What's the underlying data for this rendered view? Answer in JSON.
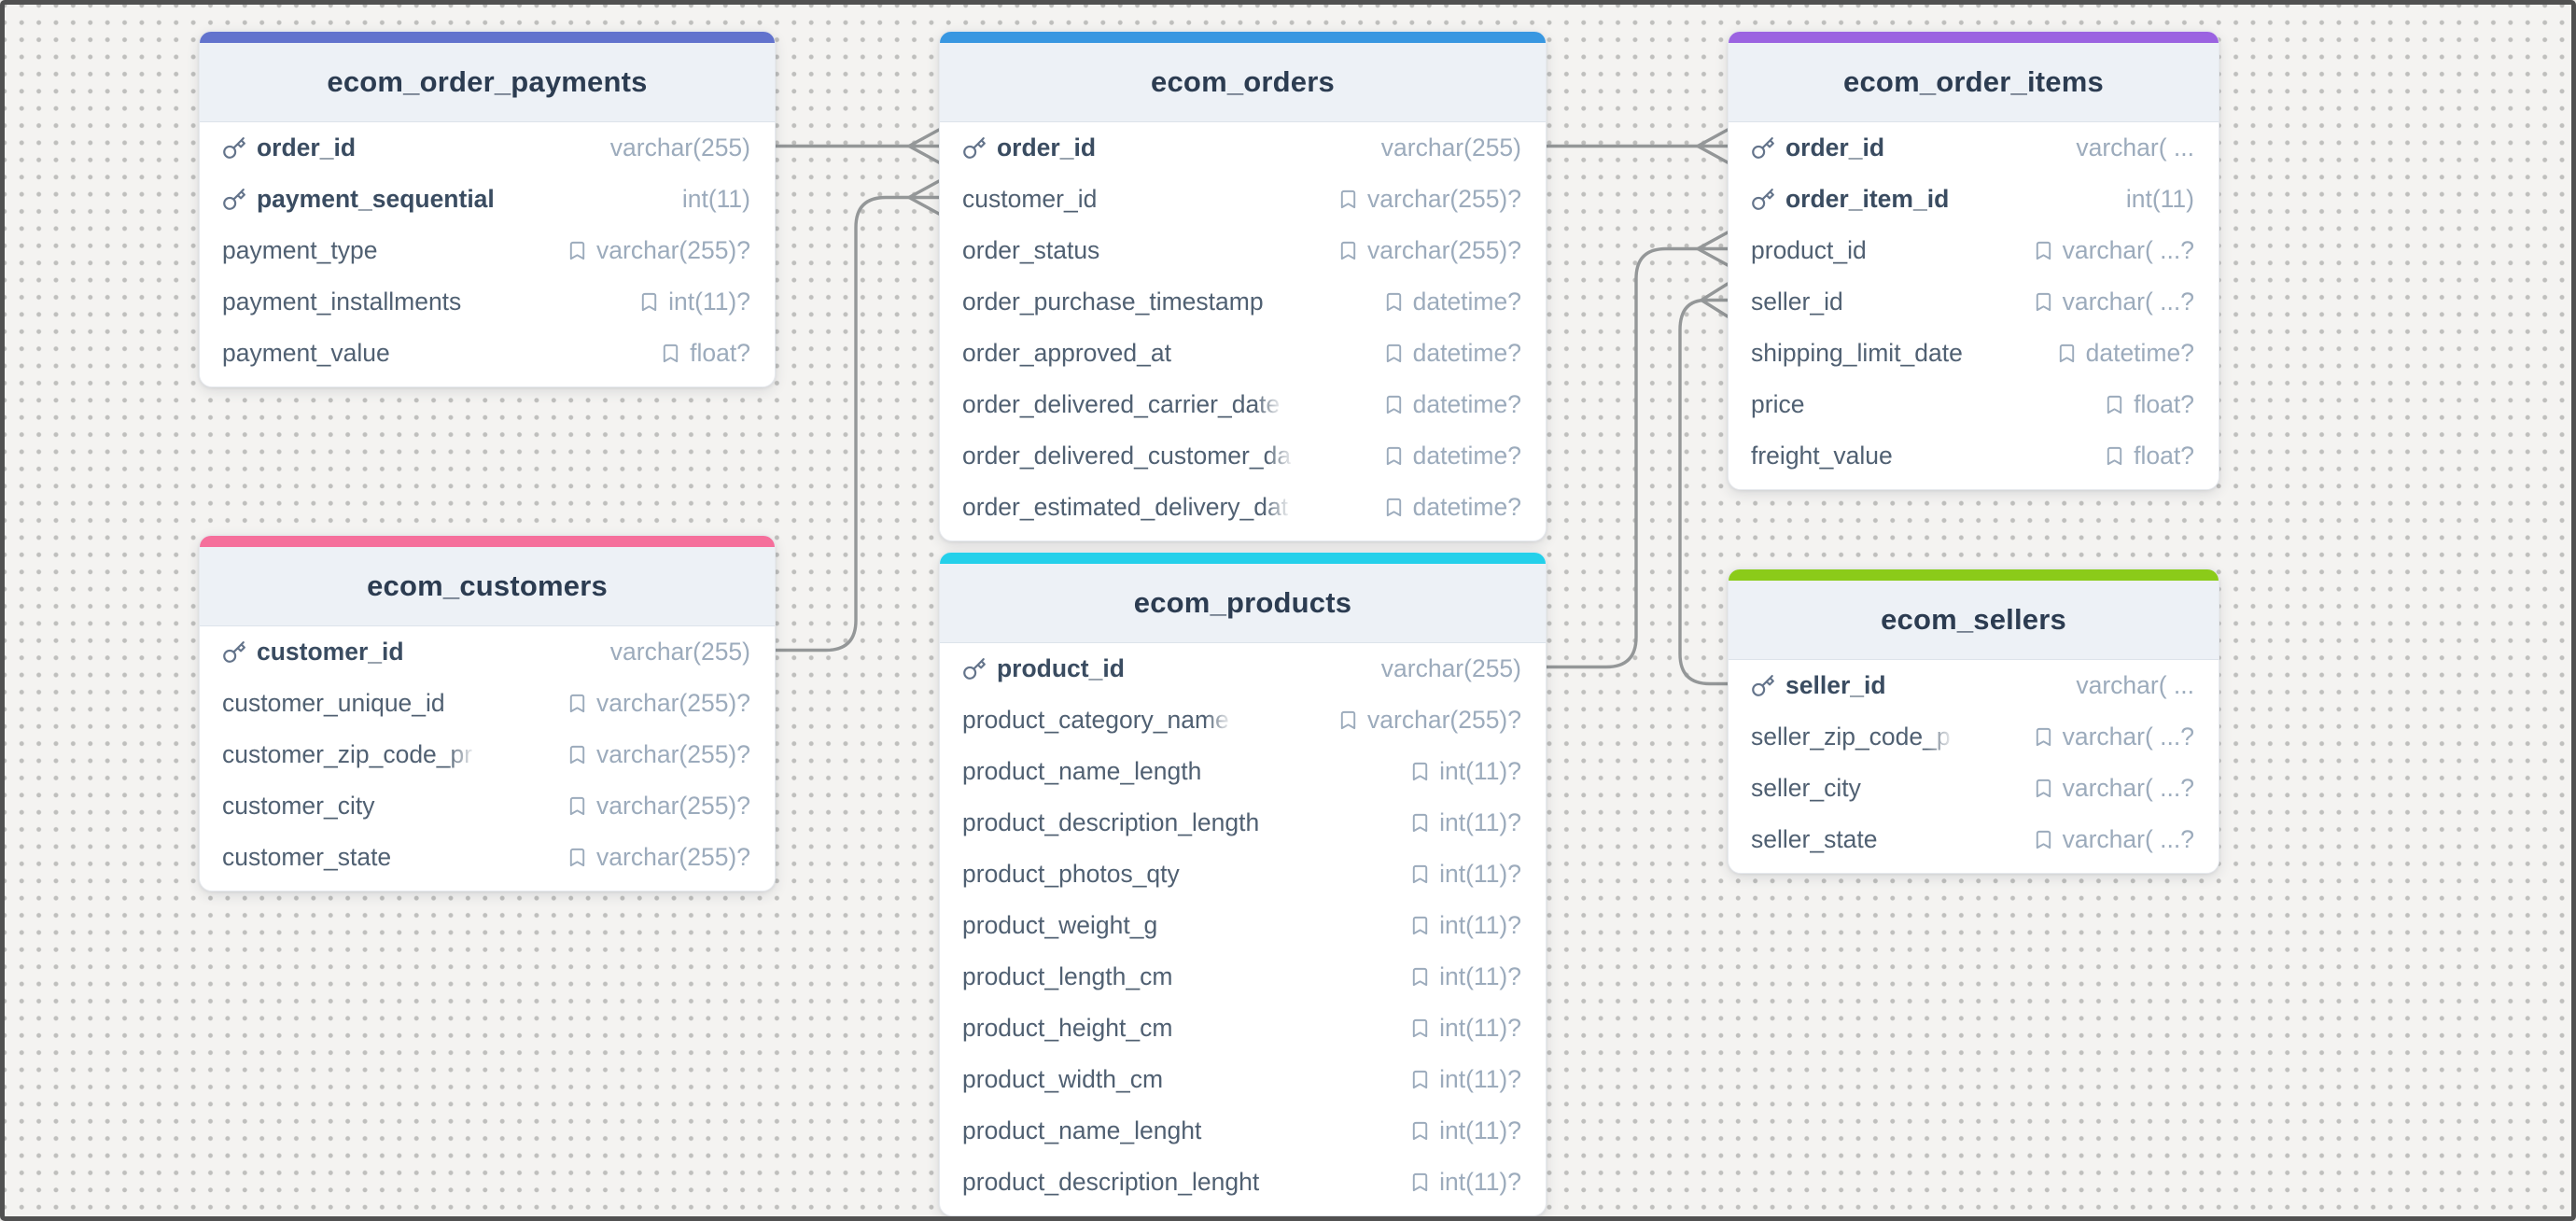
{
  "canvas": {
    "background_color": "#f4f3f1",
    "dot_color": "#bfbfbd",
    "frame_color": "#515151",
    "connector_color": "#949798"
  },
  "icons": {
    "primary_key": "key-icon",
    "nullable": "bookmark-icon"
  },
  "tables": [
    {
      "title": "ecom_order_payments",
      "accent": "#6273cd",
      "fields": [
        {
          "name": "order_id",
          "type": "varchar(255)",
          "pk": true
        },
        {
          "name": "payment_sequential",
          "type": "int(11)",
          "pk": true
        },
        {
          "name": "payment_type",
          "type": "varchar(255)?",
          "nullable": true
        },
        {
          "name": "payment_installments",
          "type": "int(11)?",
          "nullable": true
        },
        {
          "name": "payment_value",
          "type": "float?",
          "nullable": true
        }
      ]
    },
    {
      "title": "ecom_orders",
      "accent": "#3897e1",
      "fields": [
        {
          "name": "order_id",
          "type": "varchar(255)",
          "pk": true
        },
        {
          "name": "customer_id",
          "type": "varchar(255)?",
          "nullable": true
        },
        {
          "name": "order_status",
          "type": "varchar(255)?",
          "nullable": true
        },
        {
          "name": "order_purchase_timestamp",
          "type": "datetime?",
          "nullable": true
        },
        {
          "name": "order_approved_at",
          "type": "datetime?",
          "nullable": true
        },
        {
          "name": "order_delivered_carrier_date",
          "type": "datetime?",
          "nullable": true
        },
        {
          "name": "order_delivered_customer_da",
          "type": "datetime?",
          "nullable": true
        },
        {
          "name": "order_estimated_delivery_dat",
          "type": "datetime?",
          "nullable": true
        }
      ]
    },
    {
      "title": "ecom_order_items",
      "accent": "#9b63e1",
      "fields": [
        {
          "name": "order_id",
          "type": "varchar( ...",
          "pk": true
        },
        {
          "name": "order_item_id",
          "type": "int(11)",
          "pk": true
        },
        {
          "name": "product_id",
          "type": "varchar( ...?",
          "nullable": true
        },
        {
          "name": "seller_id",
          "type": "varchar( ...?",
          "nullable": true
        },
        {
          "name": "shipping_limit_date",
          "type": "datetime?",
          "nullable": true
        },
        {
          "name": "price",
          "type": "float?",
          "nullable": true
        },
        {
          "name": "freight_value",
          "type": "float?",
          "nullable": true
        }
      ]
    },
    {
      "title": "ecom_customers",
      "accent": "#f56f9b",
      "fields": [
        {
          "name": "customer_id",
          "type": "varchar(255)",
          "pk": true
        },
        {
          "name": "customer_unique_id",
          "type": "varchar(255)?",
          "nullable": true
        },
        {
          "name": "customer_zip_code_pr",
          "type": "varchar(255)?",
          "nullable": true
        },
        {
          "name": "customer_city",
          "type": "varchar(255)?",
          "nullable": true
        },
        {
          "name": "customer_state",
          "type": "varchar(255)?",
          "nullable": true
        }
      ]
    },
    {
      "title": "ecom_products",
      "accent": "#24d0ea",
      "fields": [
        {
          "name": "product_id",
          "type": "varchar(255)",
          "pk": true
        },
        {
          "name": "product_category_name",
          "type": "varchar(255)?",
          "nullable": true
        },
        {
          "name": "product_name_length",
          "type": "int(11)?",
          "nullable": true
        },
        {
          "name": "product_description_length",
          "type": "int(11)?",
          "nullable": true
        },
        {
          "name": "product_photos_qty",
          "type": "int(11)?",
          "nullable": true
        },
        {
          "name": "product_weight_g",
          "type": "int(11)?",
          "nullable": true
        },
        {
          "name": "product_length_cm",
          "type": "int(11)?",
          "nullable": true
        },
        {
          "name": "product_height_cm",
          "type": "int(11)?",
          "nullable": true
        },
        {
          "name": "product_width_cm",
          "type": "int(11)?",
          "nullable": true
        },
        {
          "name": "product_name_lenght",
          "type": "int(11)?",
          "nullable": true
        },
        {
          "name": "product_description_lenght",
          "type": "int(11)?",
          "nullable": true
        }
      ]
    },
    {
      "title": "ecom_sellers",
      "accent": "#8bcb19",
      "fields": [
        {
          "name": "seller_id",
          "type": "varchar( ...",
          "pk": true
        },
        {
          "name": "seller_zip_code_p",
          "type": "varchar( ...?",
          "nullable": true
        },
        {
          "name": "seller_city",
          "type": "varchar( ...?",
          "nullable": true
        },
        {
          "name": "seller_state",
          "type": "varchar( ...?",
          "nullable": true
        }
      ]
    }
  ],
  "relationships": [
    {
      "from": "ecom_order_payments.order_id",
      "to": "ecom_orders.order_id"
    },
    {
      "from": "ecom_customers.customer_id",
      "to": "ecom_orders.customer_id"
    },
    {
      "from": "ecom_orders.order_id",
      "to": "ecom_order_items.order_id"
    },
    {
      "from": "ecom_products.product_id",
      "to": "ecom_order_items.product_id"
    },
    {
      "from": "ecom_sellers.seller_id",
      "to": "ecom_order_items.seller_id"
    }
  ]
}
